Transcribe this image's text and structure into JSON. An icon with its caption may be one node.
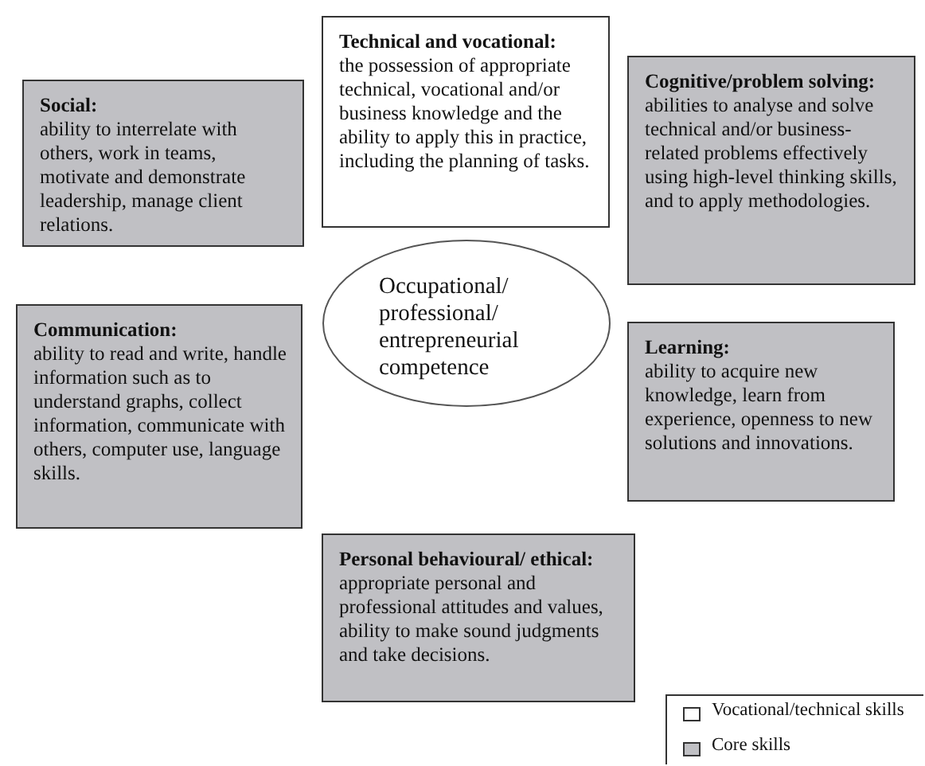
{
  "diagram": {
    "nodes": [
      {
        "text": [
          "Technical and vocational:",
          "the possession of appropriate technical, vocational and/or business knowledge and the ability to apply this in practice, including the planning of tasks."
        ]
      },
      {
        "text": [
          "Social:",
          "ability to interrelate with others, work in teams, motivate and demonstrate leadership, manage client relations."
        ]
      },
      {
        "text": [
          "Cognitive/problem solving:",
          "abilities to analyse and solve technical and/or business-related problems effectively using high-level thinking skills, and to apply methodologies."
        ]
      },
      {
        "text": [
          "Occupational/ professional/ entrepreneurial competence"
        ]
      },
      {
        "text": [
          "Communication:",
          "ability to read and write, handle information such as to understand graphs, collect information, communicate with others, computer use, language skills."
        ]
      },
      {
        "text": [
          "Learning:",
          "ability to acquire new knowledge, learn from experience, openness to new solutions and innovations."
        ]
      },
      {
        "text": [
          "Personal behavioural/ ethical:",
          "appropriate personal and professional attitudes and values, ability to make sound judgments and take decisions."
        ]
      }
    ],
    "edges": [],
    "legend": [
      {
        "text": "Vocational/technical skills",
        "color": "#ffffff"
      },
      {
        "text": "Core skills",
        "color": "#c0c0c4"
      }
    ]
  }
}
